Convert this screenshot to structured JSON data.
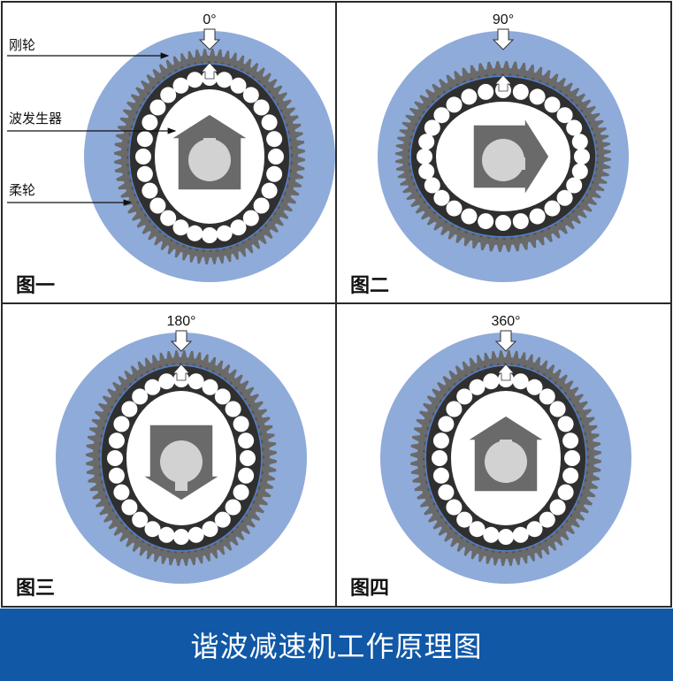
{
  "panels": [
    {
      "panel_label": "图一",
      "angle_label": "0°",
      "arrow_direction": "up",
      "ellipse_orientation": "vertical"
    },
    {
      "panel_label": "图二",
      "angle_label": "90°",
      "arrow_direction": "right",
      "ellipse_orientation": "horizontal"
    },
    {
      "panel_label": "图三",
      "angle_label": "180°",
      "arrow_direction": "down",
      "ellipse_orientation": "vertical"
    },
    {
      "panel_label": "图四",
      "angle_label": "360°",
      "arrow_direction": "up",
      "ellipse_orientation": "vertical"
    }
  ],
  "part_labels": {
    "circular_spline": "刚轮",
    "wave_generator": "波发生器",
    "flexspline": "柔轮"
  },
  "footer": {
    "title": "谐波减速机工作原理图"
  },
  "colors": {
    "circular_spline_fill": "#8fabd9",
    "gear_teeth": "#6a6a6a",
    "bearing_ring": "#2f2f2f",
    "ball": "#ffffff",
    "generator_arrow": "#6a6a6a",
    "shaft": "#d2d2d2",
    "footer_bg": "#1158a6",
    "frame": "#2a2a2a"
  }
}
